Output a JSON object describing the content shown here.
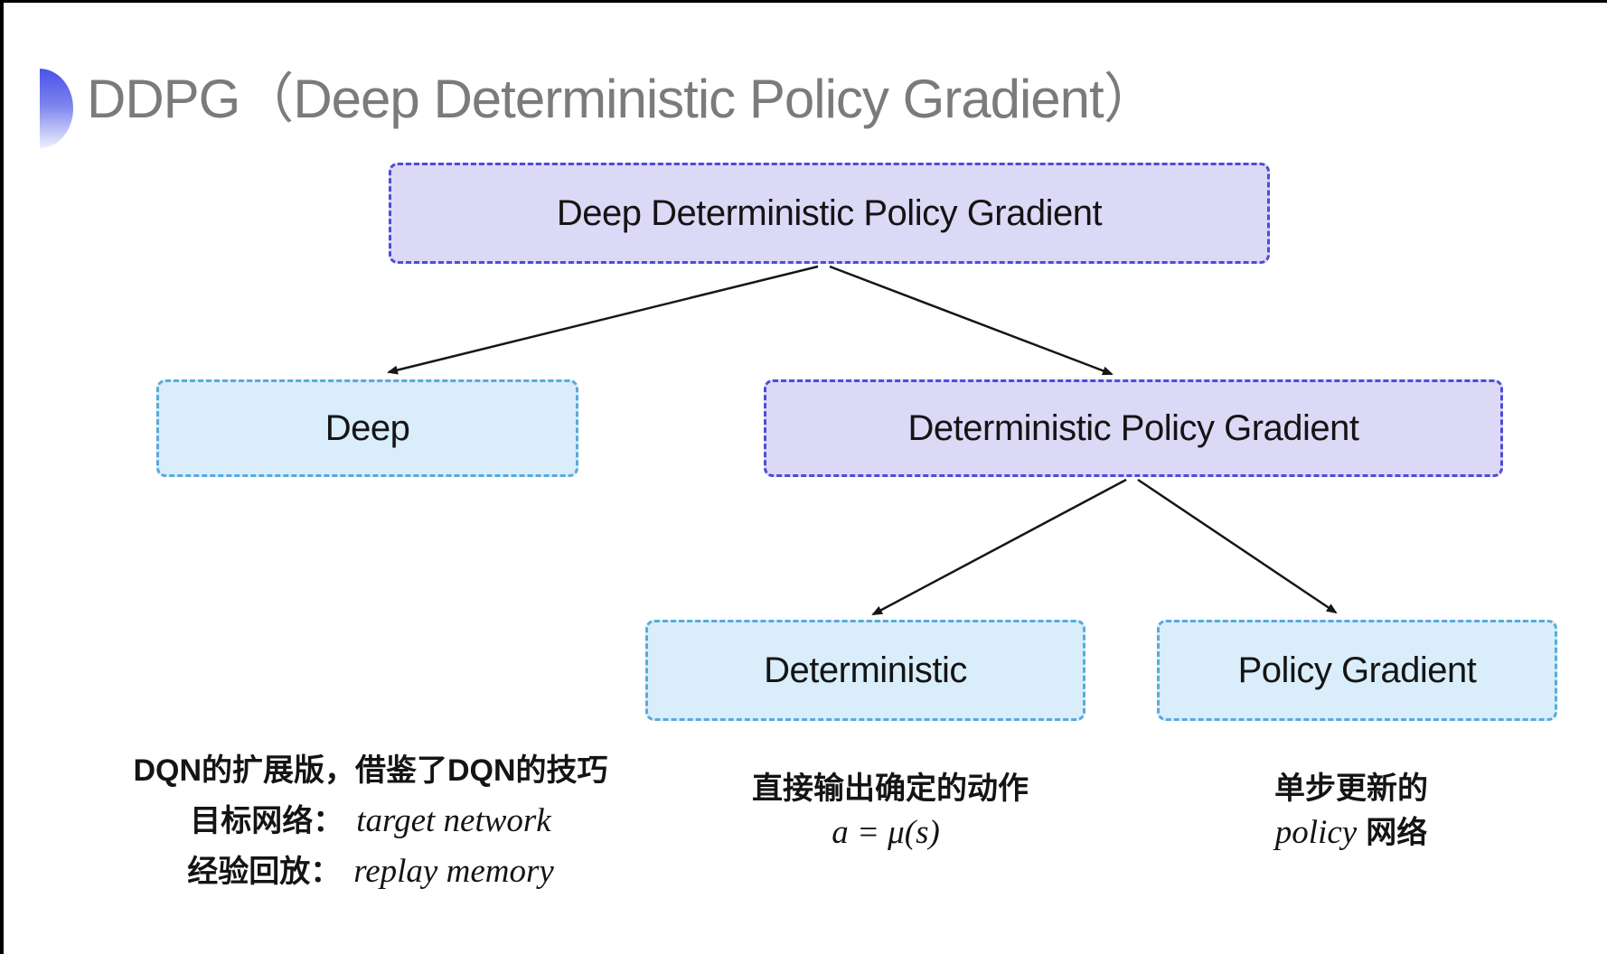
{
  "title": {
    "text": "DDPG（Deep Deterministic Policy Gradient）"
  },
  "tree": {
    "root": {
      "label": "Deep Deterministic Policy Gradient"
    },
    "level2": [
      {
        "label": "Deep"
      },
      {
        "label": "Deterministic Policy Gradient"
      }
    ],
    "level3": [
      {
        "label": "Deterministic"
      },
      {
        "label": "Policy Gradient"
      }
    ]
  },
  "notes": {
    "dqn": {
      "line1": "DQN的扩展版，借鉴了DQN的技巧",
      "line2_label": "目标网络：",
      "line2_term": "target network",
      "line3_label": "经验回放：",
      "line3_term": "replay memory"
    },
    "deterministic": {
      "line1": "直接输出确定的动作",
      "formula": "a = μ(s)"
    },
    "policy_gradient": {
      "line1": "单步更新的",
      "term": "policy",
      "suffix": "网络"
    }
  },
  "colors": {
    "lavender_fill": "#dcd9f7",
    "lavender_border": "#4d4cd8",
    "blue_fill": "#d9edfa",
    "blue_border": "#58aadd",
    "box_text": "#141414",
    "title_color": "#7b7b7b",
    "note_color": "#141414",
    "arrow_color": "#161616",
    "frame_color": "#000000",
    "bullet_top": "#4a53e8",
    "bullet_bottom": "#edf0fd",
    "page_bg": "#ffffff"
  }
}
